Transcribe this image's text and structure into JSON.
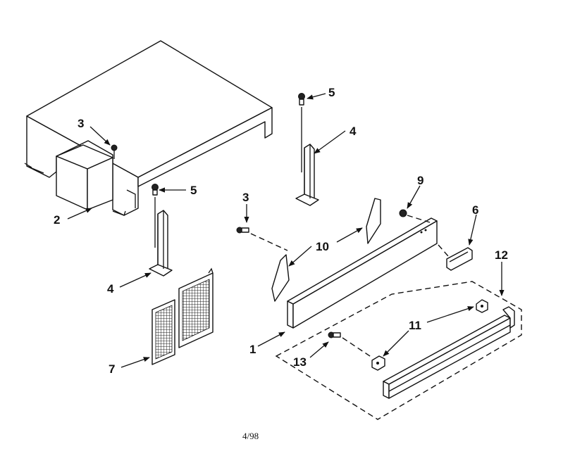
{
  "diagram": {
    "callouts": {
      "c1": "1",
      "c2": "2",
      "c3_top": "3",
      "c3_mid": "3",
      "c4_right": "4",
      "c4_left": "4",
      "c5_top": "5",
      "c5_left": "5",
      "c6": "6",
      "c7": "7",
      "c9": "9",
      "c10": "10",
      "c11": "11",
      "c12": "12",
      "c13": "13"
    },
    "footer": "4/98"
  }
}
